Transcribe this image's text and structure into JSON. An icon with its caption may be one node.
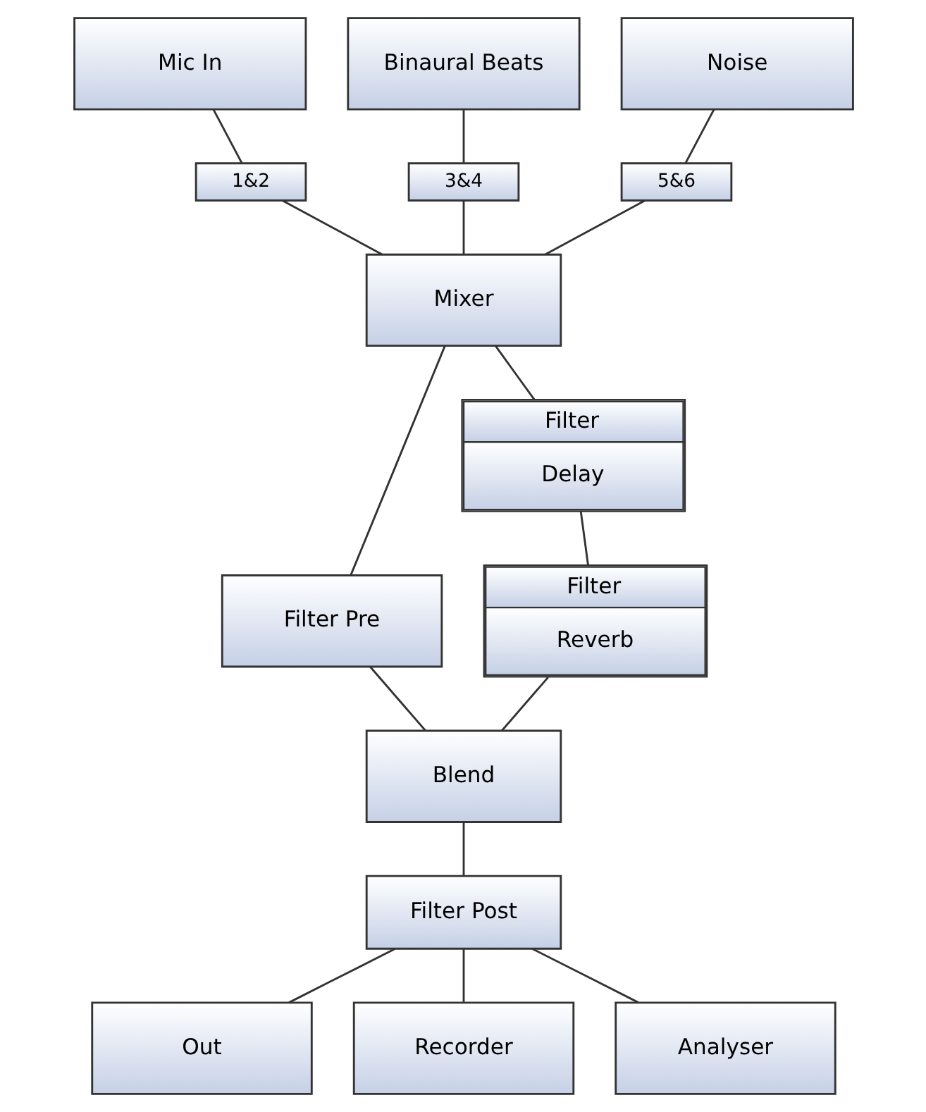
{
  "diagram": {
    "nodes": [
      {
        "text": [
          "Mic In"
        ]
      },
      {
        "text": [
          "Binaural Beats"
        ]
      },
      {
        "text": [
          "Noise"
        ]
      },
      {
        "text": [
          "1&2"
        ]
      },
      {
        "text": [
          "3&4"
        ]
      },
      {
        "text": [
          "5&6"
        ]
      },
      {
        "text": [
          "Mixer"
        ]
      },
      {
        "text": [
          "Filter Pre"
        ]
      },
      {
        "text": [
          "Filter",
          "Delay"
        ]
      },
      {
        "text": [
          "Filter",
          "Reverb"
        ]
      },
      {
        "text": [
          "Blend"
        ]
      },
      {
        "text": [
          "Filter Post"
        ]
      },
      {
        "text": [
          "Out"
        ]
      },
      {
        "text": [
          "Recorder"
        ]
      },
      {
        "text": [
          "Analyser"
        ]
      }
    ],
    "edges": [
      {
        "from": 0,
        "to": 3,
        "arrow": "none"
      },
      {
        "from": 1,
        "to": 4,
        "arrow": "none"
      },
      {
        "from": 2,
        "to": 5,
        "arrow": "none"
      },
      {
        "from": 3,
        "to": 6,
        "arrow": "none"
      },
      {
        "from": 4,
        "to": 6,
        "arrow": "none"
      },
      {
        "from": 5,
        "to": 6,
        "arrow": "none"
      },
      {
        "from": 6,
        "to": 7,
        "arrow": "none"
      },
      {
        "from": 6,
        "to": 8,
        "arrow": "none"
      },
      {
        "from": 8,
        "to": 9,
        "arrow": "none"
      },
      {
        "from": 7,
        "to": 10,
        "arrow": "none"
      },
      {
        "from": 9,
        "to": 10,
        "arrow": "none"
      },
      {
        "from": 10,
        "to": 11,
        "arrow": "none"
      },
      {
        "from": 11,
        "to": 12,
        "arrow": "none"
      },
      {
        "from": 11,
        "to": 13,
        "arrow": "none"
      },
      {
        "from": 11,
        "to": 14,
        "arrow": "none"
      }
    ]
  }
}
